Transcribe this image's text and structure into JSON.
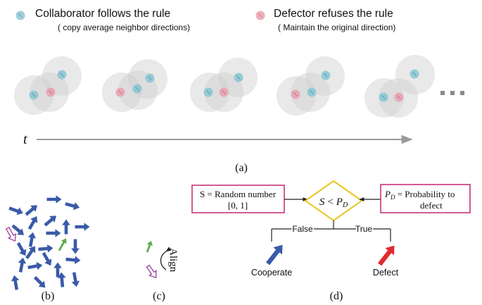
{
  "legend": {
    "collaborator_title": "Collaborator follows the rule",
    "collaborator_subtitle": "( copy average neighbor directions)",
    "defector_title": "Defector refuses the rule",
    "defector_subtitle": "( Maintain the original direction)",
    "collaborator_color": "#8cc8d4",
    "defector_color": "#e8a2b0"
  },
  "timeline": {
    "axis_label": "t",
    "ellipsis": "…",
    "panel_label": "(a)"
  },
  "panel_b": {
    "label": "(b)"
  },
  "panel_c": {
    "label": "(c)",
    "align_text": "Align"
  },
  "panel_d": {
    "label": "(d)",
    "random_box_line1": "S = Random number",
    "random_box_line2": "[0, 1]",
    "condition_s": "S",
    "condition_op": "<",
    "condition_p": "P",
    "condition_sub": "D",
    "prob_p": "P",
    "prob_sub": "D",
    "prob_line1_rest": " = Probability to",
    "prob_line2": "defect",
    "false_label": "False",
    "true_label": "True",
    "cooperate_label": "Cooperate",
    "defect_label": "Defect",
    "box_color": "#c8327a",
    "diamond_color": "#e6c820",
    "cooperate_color": "#3a5aa8",
    "defect_color": "#e02a30"
  }
}
